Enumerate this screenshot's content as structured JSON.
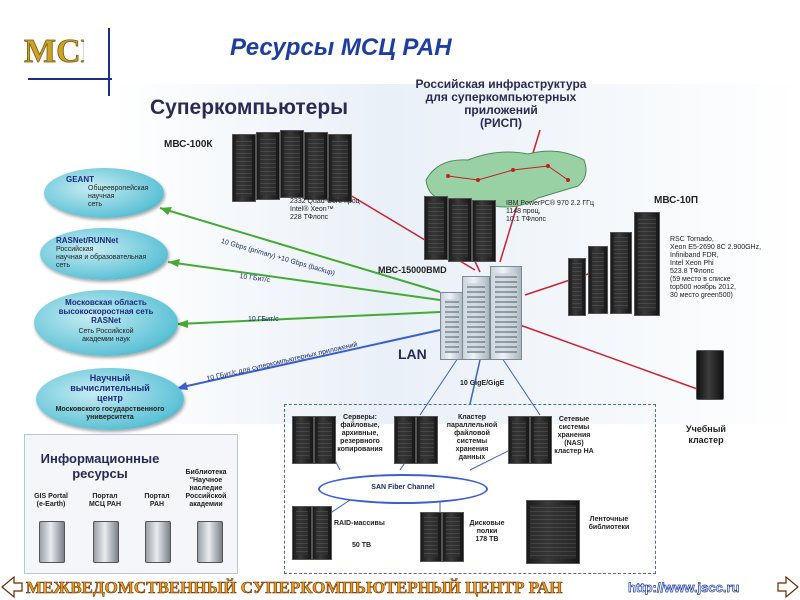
{
  "header": {
    "title": "Ресурсы МСЦ РАН",
    "logo_text": "МСЦ"
  },
  "sections": {
    "supercomputers": "Суперкомпьютеры",
    "risp": [
      "Российская инфраструктура",
      "для суперкомпьютерных",
      "приложений",
      "(РИСП)"
    ],
    "info_resources": [
      "Информационные",
      "ресурсы"
    ]
  },
  "systems": {
    "mvs100k": {
      "name": "МВС-100К",
      "specs": [
        "2332 Quad-Core проц",
        "Intel® Xeon™",
        "228 ТФлопс"
      ]
    },
    "mvs15000": {
      "name": "МВС-15000BMD",
      "specs": [
        "IBM PowerPC® 970 2.2 ГГц",
        "1148 проц,",
        "10.1 ТФлопс"
      ]
    },
    "mvs10p": {
      "name": "МВС-10П",
      "specs": [
        "RSC Tornado,",
        "Xeon E5-2690 8C 2.900GHz,",
        "Infiniband FDR,",
        "Intel Xeon Phi",
        "523.8 ТФлопс",
        "(59 место в списке",
        "top500 ноябрь 2012,",
        "30 место green500)"
      ]
    },
    "teaching": [
      "Учебный",
      "кластер"
    ]
  },
  "networks": {
    "geant": {
      "name": "GEANT",
      "desc": [
        "Общеевропейская",
        "научная",
        "сеть"
      ]
    },
    "rasnet": {
      "name": "RASNet/RUNNet",
      "desc": [
        "Российская",
        "научная и образовательная",
        "сеть"
      ]
    },
    "moscow": {
      "name": [
        "Московская область",
        "высокоскоростная сеть",
        "RASNet"
      ],
      "desc": [
        "Сеть Российской",
        "академии наук"
      ]
    },
    "ncc": {
      "name": [
        "Научный",
        "вычислительный",
        "центр"
      ],
      "desc": [
        "Московского государственного",
        "университета"
      ]
    }
  },
  "links": {
    "geant": "10 Gbps (primary) +10 Gbps (backup)",
    "rasnet": "10 ГБит/с",
    "moscow": "10 ГБит/с",
    "ncc": "10 ГБит/с для суперкомпьютерных приложений",
    "lan": "LAN",
    "gige": "10 GigE/GigE"
  },
  "storage": {
    "servers": [
      "Серверы:",
      "файловые,",
      "архивные,",
      "резервного",
      "копирования"
    ],
    "cluster": [
      "Кластер",
      "параллельной",
      "файловой",
      "системы",
      "хранения",
      "данных"
    ],
    "nas": [
      "Сетевые",
      "системы",
      "хранения",
      "(NAS)",
      "кластер НА"
    ],
    "san": "SAN Fiber Channel",
    "raid": "RAID-массивы",
    "raid_size": "50 ТВ",
    "disk": [
      "Дисковые",
      "полки",
      "178 ТВ"
    ],
    "tape": [
      "Ленточные",
      "библиотеки"
    ]
  },
  "info": {
    "gis": [
      "GIS Portal",
      "(e-Earth)"
    ],
    "portal_msc": [
      "Портал",
      "МСЦ РАН"
    ],
    "portal_ran": [
      "Портал",
      "РАН"
    ],
    "library": [
      "Библиотека",
      "\"Научное",
      "наследие",
      "Российской",
      "академии"
    ]
  },
  "footer": {
    "text": "МЕЖВЕДОМСТВЕННЫЙ СУПЕРКОМПЬЮТЕРНЫЙ ЦЕНТР РАН",
    "url": "http://www.jscc.ru"
  },
  "colors": {
    "title": "#1e3ea0",
    "link_green": "#44aa33",
    "link_red": "#cc2233",
    "link_blue": "#3b5fd0",
    "footer_text": "#e8a020"
  }
}
